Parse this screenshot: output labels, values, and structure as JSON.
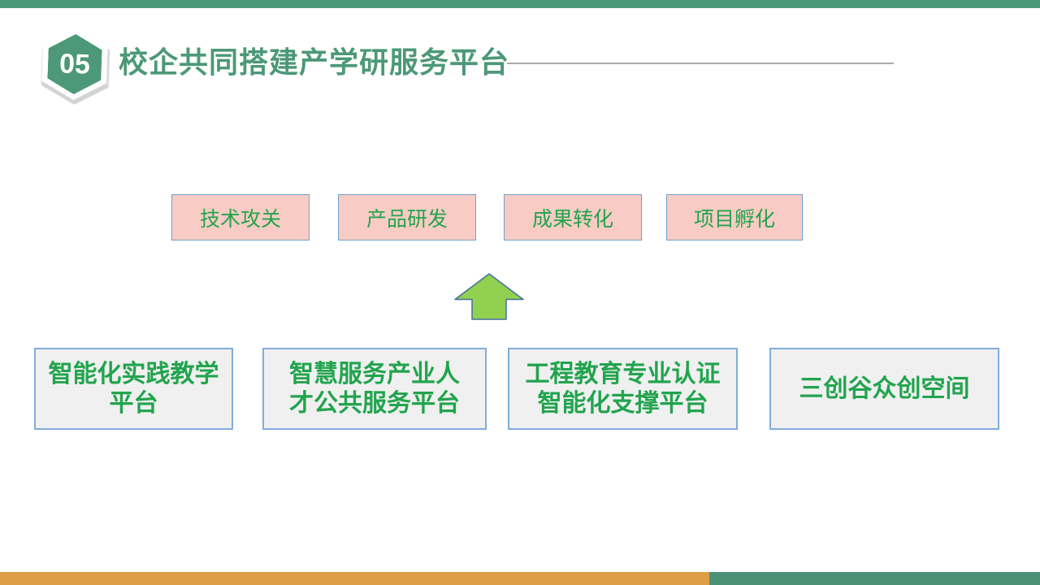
{
  "header": {
    "badge_number": "05",
    "title": "校企共同搭建产学研服务平台"
  },
  "process_boxes": [
    "技术攻关",
    "产品研发",
    "成果转化",
    "项目孵化"
  ],
  "platform_boxes": [
    {
      "line1": "智能化实践教学",
      "line2": "平台"
    },
    {
      "line1": "智慧服务产业人",
      "line2": "才公共服务平台"
    },
    {
      "line1": "工程教育专业认证",
      "line2": "智能化支撑平台"
    },
    {
      "line1": "三创谷众创空间",
      "line2": ""
    }
  ],
  "colors": {
    "theme_green": "#4C9879",
    "bright_green_text": "#22A44E",
    "pink_fill": "#F8CCC4",
    "pink_border": "#6FA0CE",
    "gray_fill": "#F0F0F0",
    "gray_border": "#7FADDB",
    "arrow_fill": "#92D050",
    "arrow_border": "#41719C",
    "bottom_orange": "#DE9E48",
    "bottom_green": "#4A9177",
    "divider_gray": "#A9A9A9"
  }
}
